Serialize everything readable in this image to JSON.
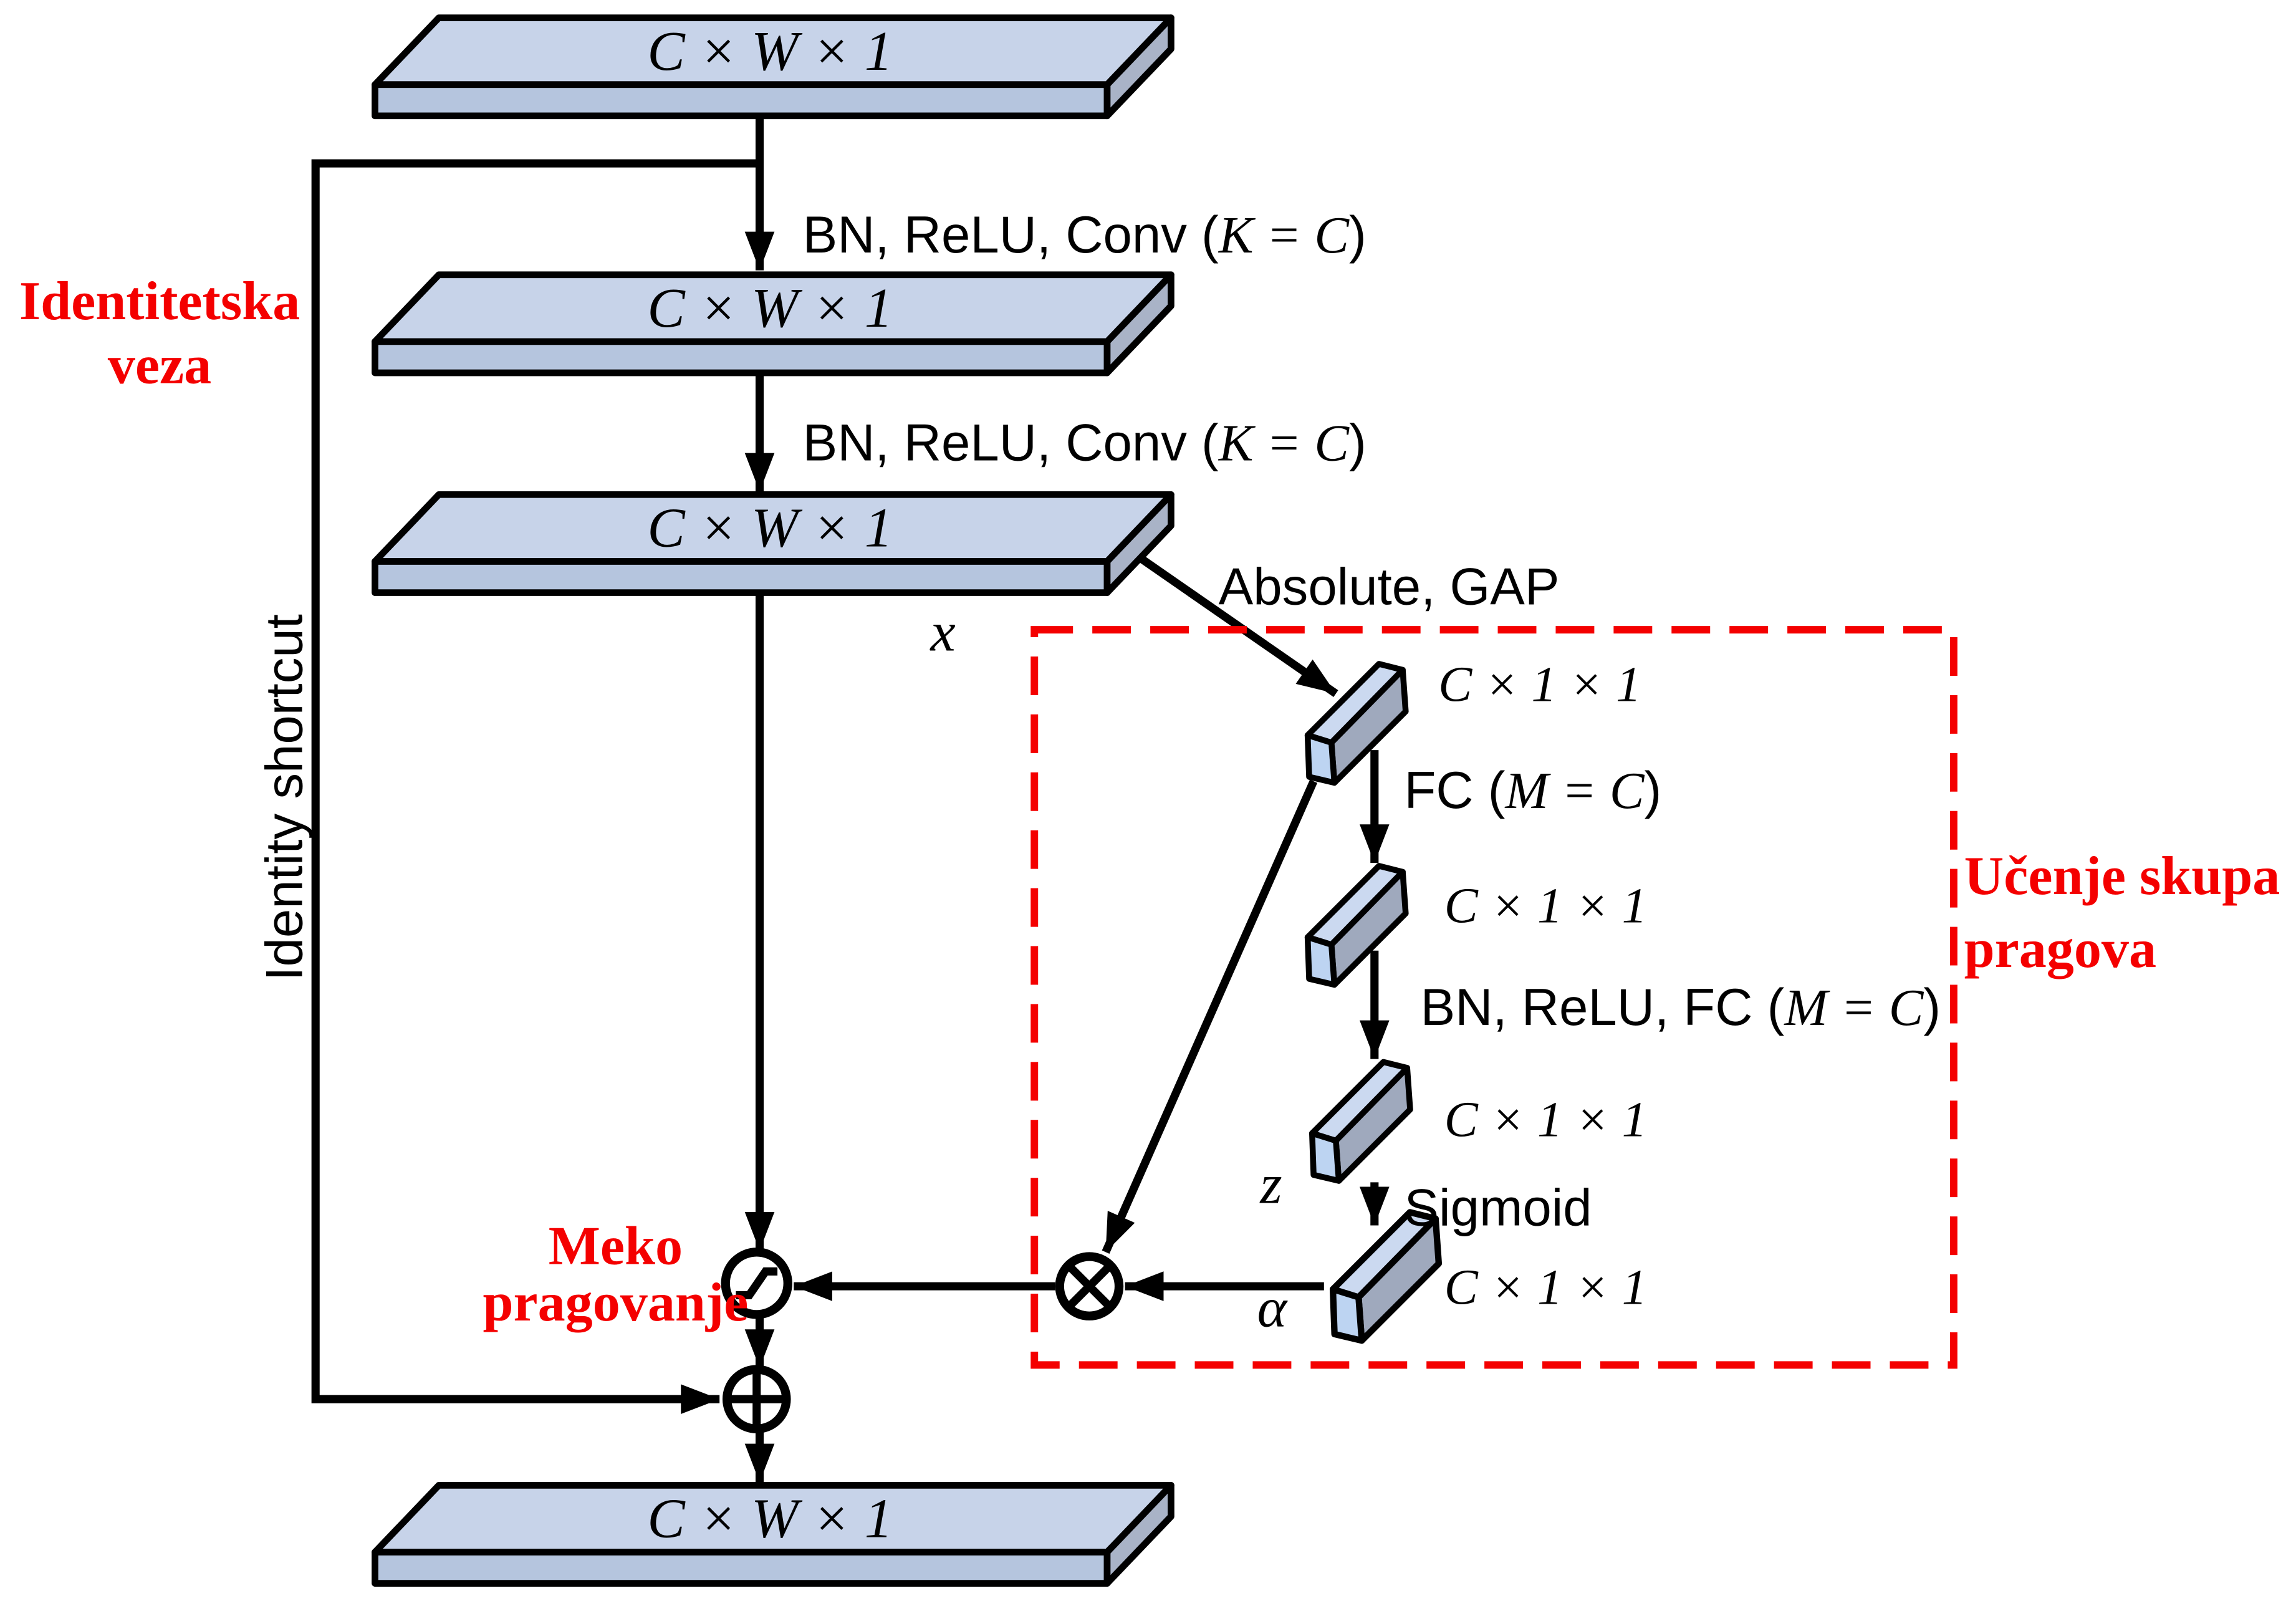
{
  "slabs": {
    "input": "C × W × 1",
    "after_conv1": "C × W × 1",
    "after_conv2": "C × W × 1",
    "output": "C × W × 1"
  },
  "vectors": {
    "gap_out": "C × 1 × 1",
    "fc1_out": "C × 1 × 1",
    "fc2_out": "C × 1 × 1",
    "alpha_out": "C × 1 × 1"
  },
  "edges": {
    "conv1": {
      "prefix": "BN, ReLU, Conv (",
      "math": "K = C",
      "suffix": ")"
    },
    "conv2": {
      "prefix": "BN, ReLU, Conv (",
      "math": "K = C",
      "suffix": ")"
    },
    "absolute_gap": "Absolute, GAP",
    "fc": {
      "prefix": "FC (",
      "math": "M = C",
      "suffix": ")"
    },
    "bn_relu_fc": {
      "prefix": "BN, ReLU, FC (",
      "math": "M = C",
      "suffix": ")"
    },
    "sigmoid": "Sigmoid"
  },
  "variables": {
    "x": "x",
    "z": "z",
    "alpha": "α"
  },
  "annotations": {
    "identity_shortcut": "Identity shortcut",
    "identity_link": {
      "line1": "Identitetska",
      "line2": "veza"
    },
    "threshold_learning": {
      "line1": "Učenje skupa",
      "line2": "pragova"
    },
    "soft_thresholding": {
      "line1": "Meko",
      "line2": "pragovanje"
    }
  },
  "icons": {
    "multiply_operator": "⊗",
    "add_operator": "⊕",
    "soft_threshold_operator": "soft-threshold-curve"
  },
  "colors": {
    "background": "#ffffff",
    "outline": "#000000",
    "accent_red": "#f40000",
    "slab_top": "#c7d3e9",
    "slab_front": "#b5c5de",
    "slab_side": "#a9b3c7",
    "bar_light": "#cbd9f0",
    "bar_dark": "#9fa9bd",
    "bar_cap": "#bdd4f2"
  }
}
